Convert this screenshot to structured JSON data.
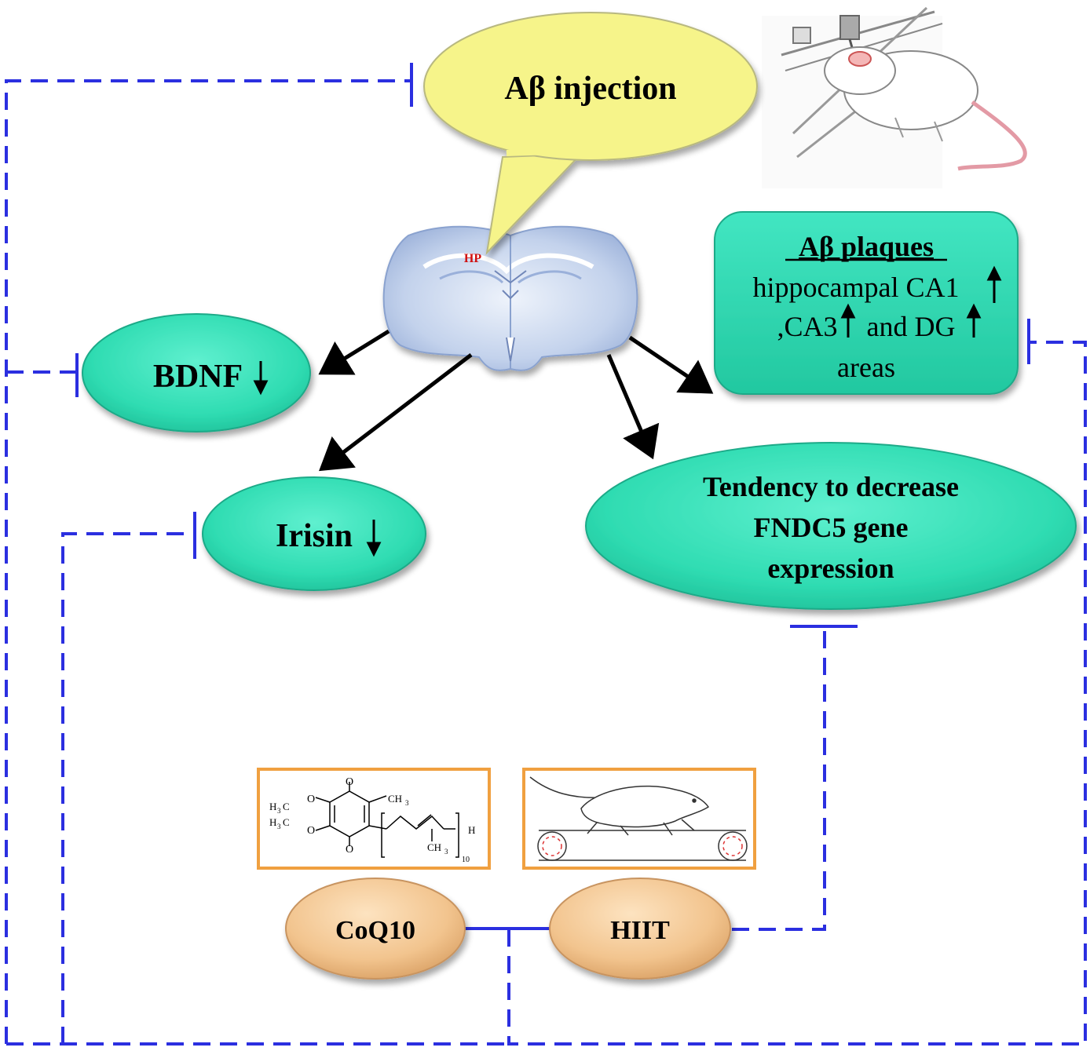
{
  "nodes": {
    "injection": {
      "label": "Aβ injection"
    },
    "hp_label": {
      "label": "HP"
    },
    "plaques": {
      "title": "Aβ plaques",
      "line1": "hippocampal CA1",
      "line2a": ",CA3",
      "line2b": "and DG",
      "line3": "areas"
    },
    "bdnf": {
      "label": "BDNF"
    },
    "irisin": {
      "label": "Irisin"
    },
    "fndc5": {
      "line1": "Tendency to decrease",
      "line2": "FNDC5 gene",
      "line3": "expression"
    },
    "coq10": {
      "label": "CoQ10"
    },
    "hiit": {
      "label": "HIIT"
    }
  },
  "molecule": {
    "ch3_top": "CH",
    "ch3_sub": "3",
    "h3c": "H",
    "h3c_sub": "3",
    "c": "C",
    "o": "O",
    "h": "H",
    "n": "10"
  },
  "icons": {
    "rat_surgery": "rat-stereotaxic-surgery-icon",
    "brain": "brain-coronal-section-icon",
    "treadmill_rat": "rat-treadmill-icon",
    "molecule": "coq10-structure-icon"
  },
  "colors": {
    "teal": "#33e0b8",
    "peach": "#f2c48e",
    "yellow": "#f6f48a",
    "blue_dash": "#2b2fe0",
    "orange_box": "#f0a040",
    "hp_red": "#d01010"
  }
}
